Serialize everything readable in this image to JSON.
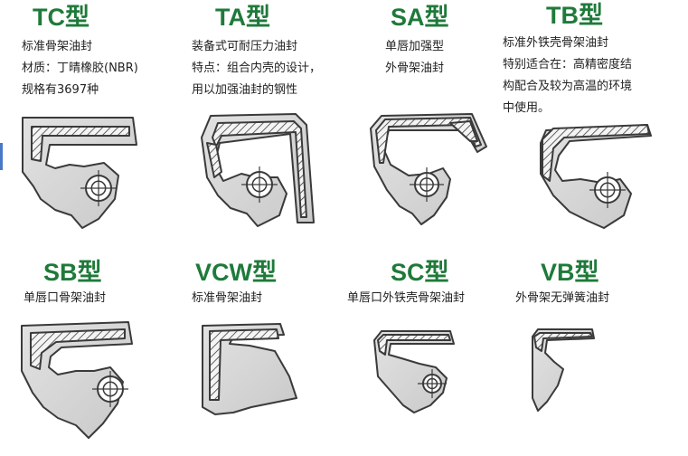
{
  "seals": [
    {
      "title": "TC型",
      "desc": [
        "标准骨架油封",
        "材质：丁晴橡胶(NBR)",
        "规格有3697种"
      ],
      "profile": "TC"
    },
    {
      "title": "TA型",
      "desc": [
        "装备式可耐压力油封",
        "特点：组合内壳的设计，",
        "用以加强油封的钢性"
      ],
      "profile": "TA"
    },
    {
      "title": "SA型",
      "desc": [
        "单唇加强型",
        "外骨架油封"
      ],
      "profile": "SA"
    },
    {
      "title": "TB型",
      "desc": [
        "标准外铁壳骨架油封",
        "特别适合在：高精密度结",
        "构配合及较为高温的环境",
        "中使用。"
      ],
      "profile": "TB"
    },
    {
      "title": "SB型",
      "desc": [
        "单唇口骨架油封"
      ],
      "profile": "SB"
    },
    {
      "title": "VCW型",
      "desc": [
        "标准骨架油封"
      ],
      "profile": "VCW"
    },
    {
      "title": "SC型",
      "desc": [
        "单唇口外铁壳骨架油封"
      ],
      "profile": "SC"
    },
    {
      "title": "VB型",
      "desc": [
        "外骨架无弹簧油封"
      ],
      "profile": "VB"
    }
  ],
  "colors": {
    "title_green": "#1f7a3a",
    "rubber_gray": "#c9c9c9",
    "rubber_dark": "#8e8e8e",
    "outline": "#3a3a3a",
    "hatch": "#3a3a3a"
  }
}
